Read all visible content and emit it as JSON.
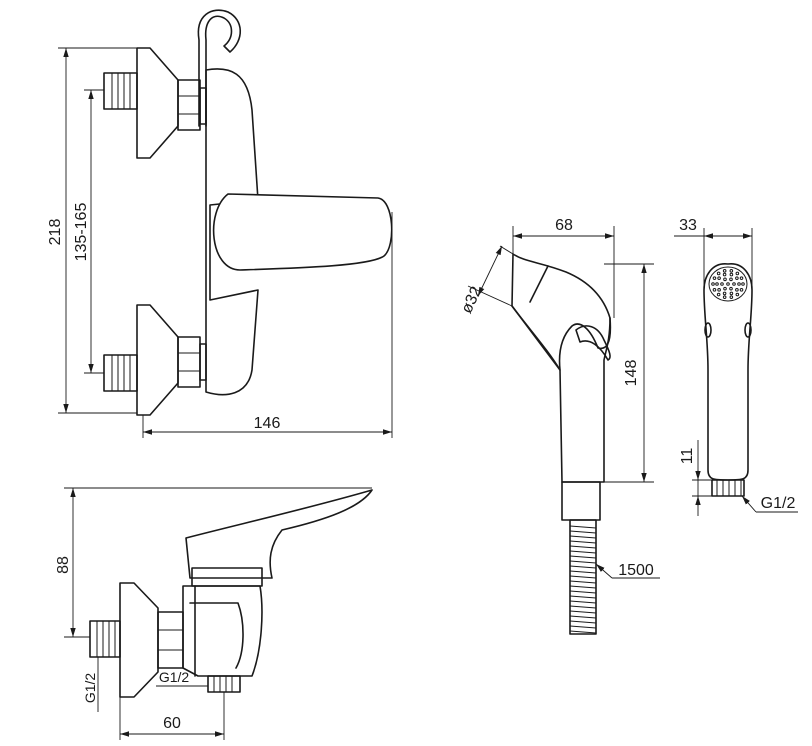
{
  "dimensions": {
    "height_total": "218",
    "inlet_spacing": "135-165",
    "depth_front": "146",
    "height_side": "88",
    "thread_side": "G1/2",
    "thread_outlet": "G1/2",
    "offset_side": "60",
    "sprayer_head_length": "68",
    "sprayer_head_diameter": "ø32",
    "sprayer_length": "148",
    "sprayer_width": "33",
    "thread_length": "11",
    "sprayer_thread": "G1/2",
    "hose_length": "1500"
  }
}
